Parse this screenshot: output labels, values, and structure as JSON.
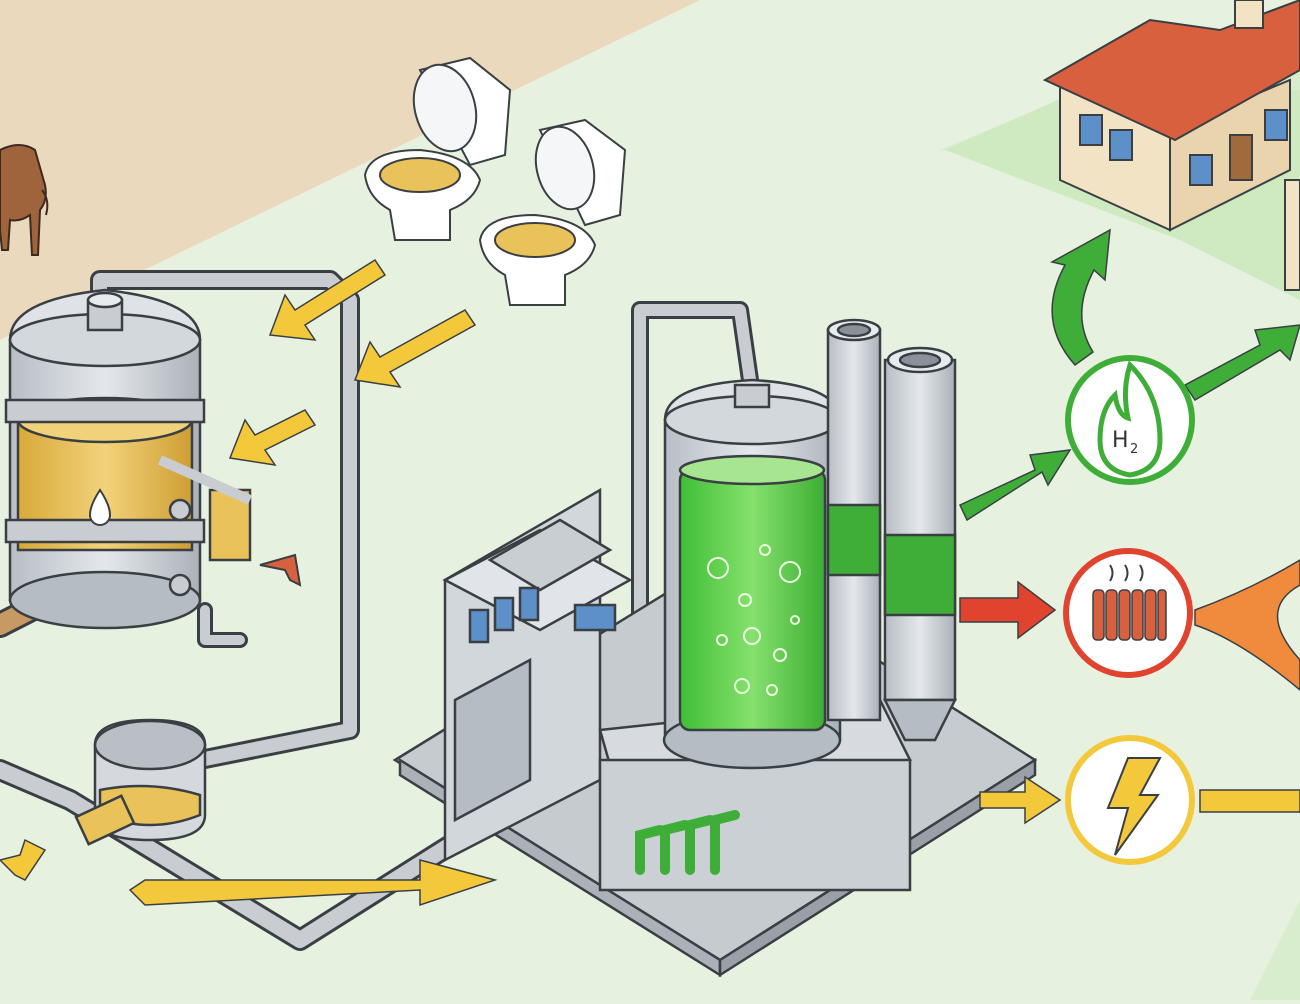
{
  "diagram": {
    "outputs": [
      {
        "name": "hydrogen",
        "label": "H",
        "subscript": "2"
      },
      {
        "name": "heat",
        "label": ""
      },
      {
        "name": "electricity",
        "label": ""
      }
    ]
  },
  "colors": {
    "background": "#e7f1df",
    "farmland": "#ead9bc",
    "grass_patch": "#d2ebc5",
    "pipe": "#c9cdd2",
    "outline": "#3a3f44",
    "metal": "#cfd4d9",
    "feedstock": "#e9c35a",
    "reactor_liquid": "#5fcf4b",
    "hydrogen_arrow": "#3fae39",
    "heat_arrow": "#e0442f",
    "electricity_arrow": "#f3c83a",
    "roof": "#d9603f",
    "house_wall": "#f3e3c5"
  },
  "icons": [
    "cow-icon",
    "toilet-icon",
    "oil-drop-icon",
    "flame-icon",
    "radiator-icon",
    "lightning-bolt-icon",
    "house-icon"
  ]
}
